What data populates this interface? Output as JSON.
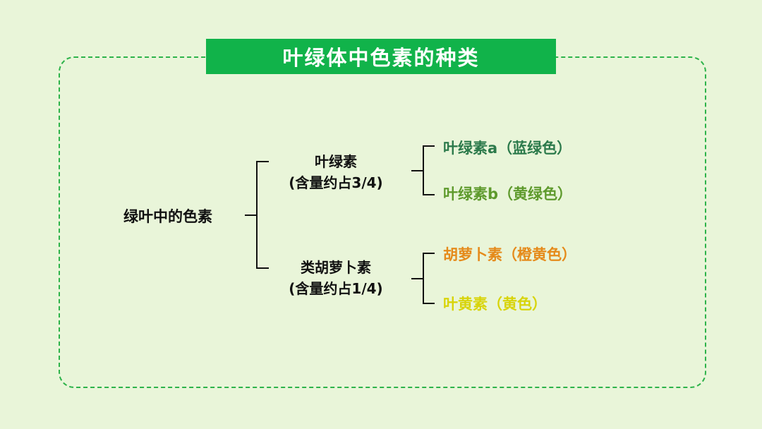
{
  "title": "叶绿体中色素的种类",
  "root": "绿叶中的色素",
  "groups": [
    {
      "name": "叶绿素",
      "share": "(含量约占3/4)",
      "items": [
        {
          "label": "叶绿素a（蓝绿色）",
          "color": "#2c7a4b"
        },
        {
          "label": "叶绿素b（黄绿色）",
          "color": "#5e9a2c"
        }
      ]
    },
    {
      "name": "类胡萝卜素",
      "share": "(含量约占1/4)",
      "items": [
        {
          "label": "胡萝卜素（橙黄色）",
          "color": "#e58a1a"
        },
        {
          "label": "叶黄素（黄色）",
          "color": "#d8d40a"
        }
      ]
    }
  ],
  "colors": {
    "title_bg": "#11b34a",
    "frame": "#2db34a",
    "background": "#e9f5d9"
  }
}
